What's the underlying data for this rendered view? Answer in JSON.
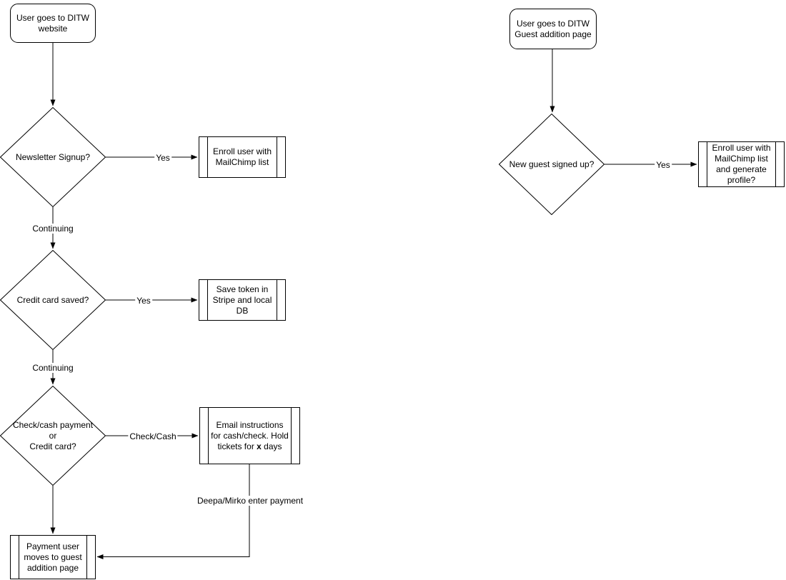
{
  "colors": {
    "background": "#ffffff",
    "node_fill": "#ffffff",
    "stroke": "#000000",
    "text": "#000000"
  },
  "flow_left": {
    "start": {
      "l1": "User goes to DITW",
      "l2": "website"
    },
    "d_newsletter": {
      "l1": "Newsletter Signup?"
    },
    "p_enroll": {
      "l1": "Enroll user with",
      "l2": "MailChimp list"
    },
    "d_credit": {
      "l1": "Credit card saved?"
    },
    "p_token": {
      "l1": "Save token in",
      "l2": "Stripe and local",
      "l3": "DB"
    },
    "d_payment": {
      "l1": "Check/cash payment",
      "l2": "or",
      "l3": "Credit card?"
    },
    "p_email": {
      "l1": "Email instructions",
      "l2": "for cash/check. Hold",
      "l3_pre": "tickets for ",
      "l3_bold": "x",
      "l3_post": " days"
    },
    "p_moves": {
      "l1": "Payment user",
      "l2": "moves to guest",
      "l3": "addition page"
    },
    "labels": {
      "yes1": "Yes",
      "continuing1": "Continuing",
      "yes2": "Yes",
      "continuing2": "Continuing",
      "check_cash": "Check/Cash",
      "deepa": "Deepa/Mirko enter payment"
    }
  },
  "flow_right": {
    "start": {
      "l1": "User goes to DITW",
      "l2": "Guest addition page"
    },
    "d_new_guest": {
      "l1": "New guest signed up?"
    },
    "p_enroll_profile": {
      "l1": "Enroll user with",
      "l2": "MailChimp list",
      "l3": "and generate",
      "l4": "profile?"
    },
    "labels": {
      "yes": "Yes"
    }
  }
}
